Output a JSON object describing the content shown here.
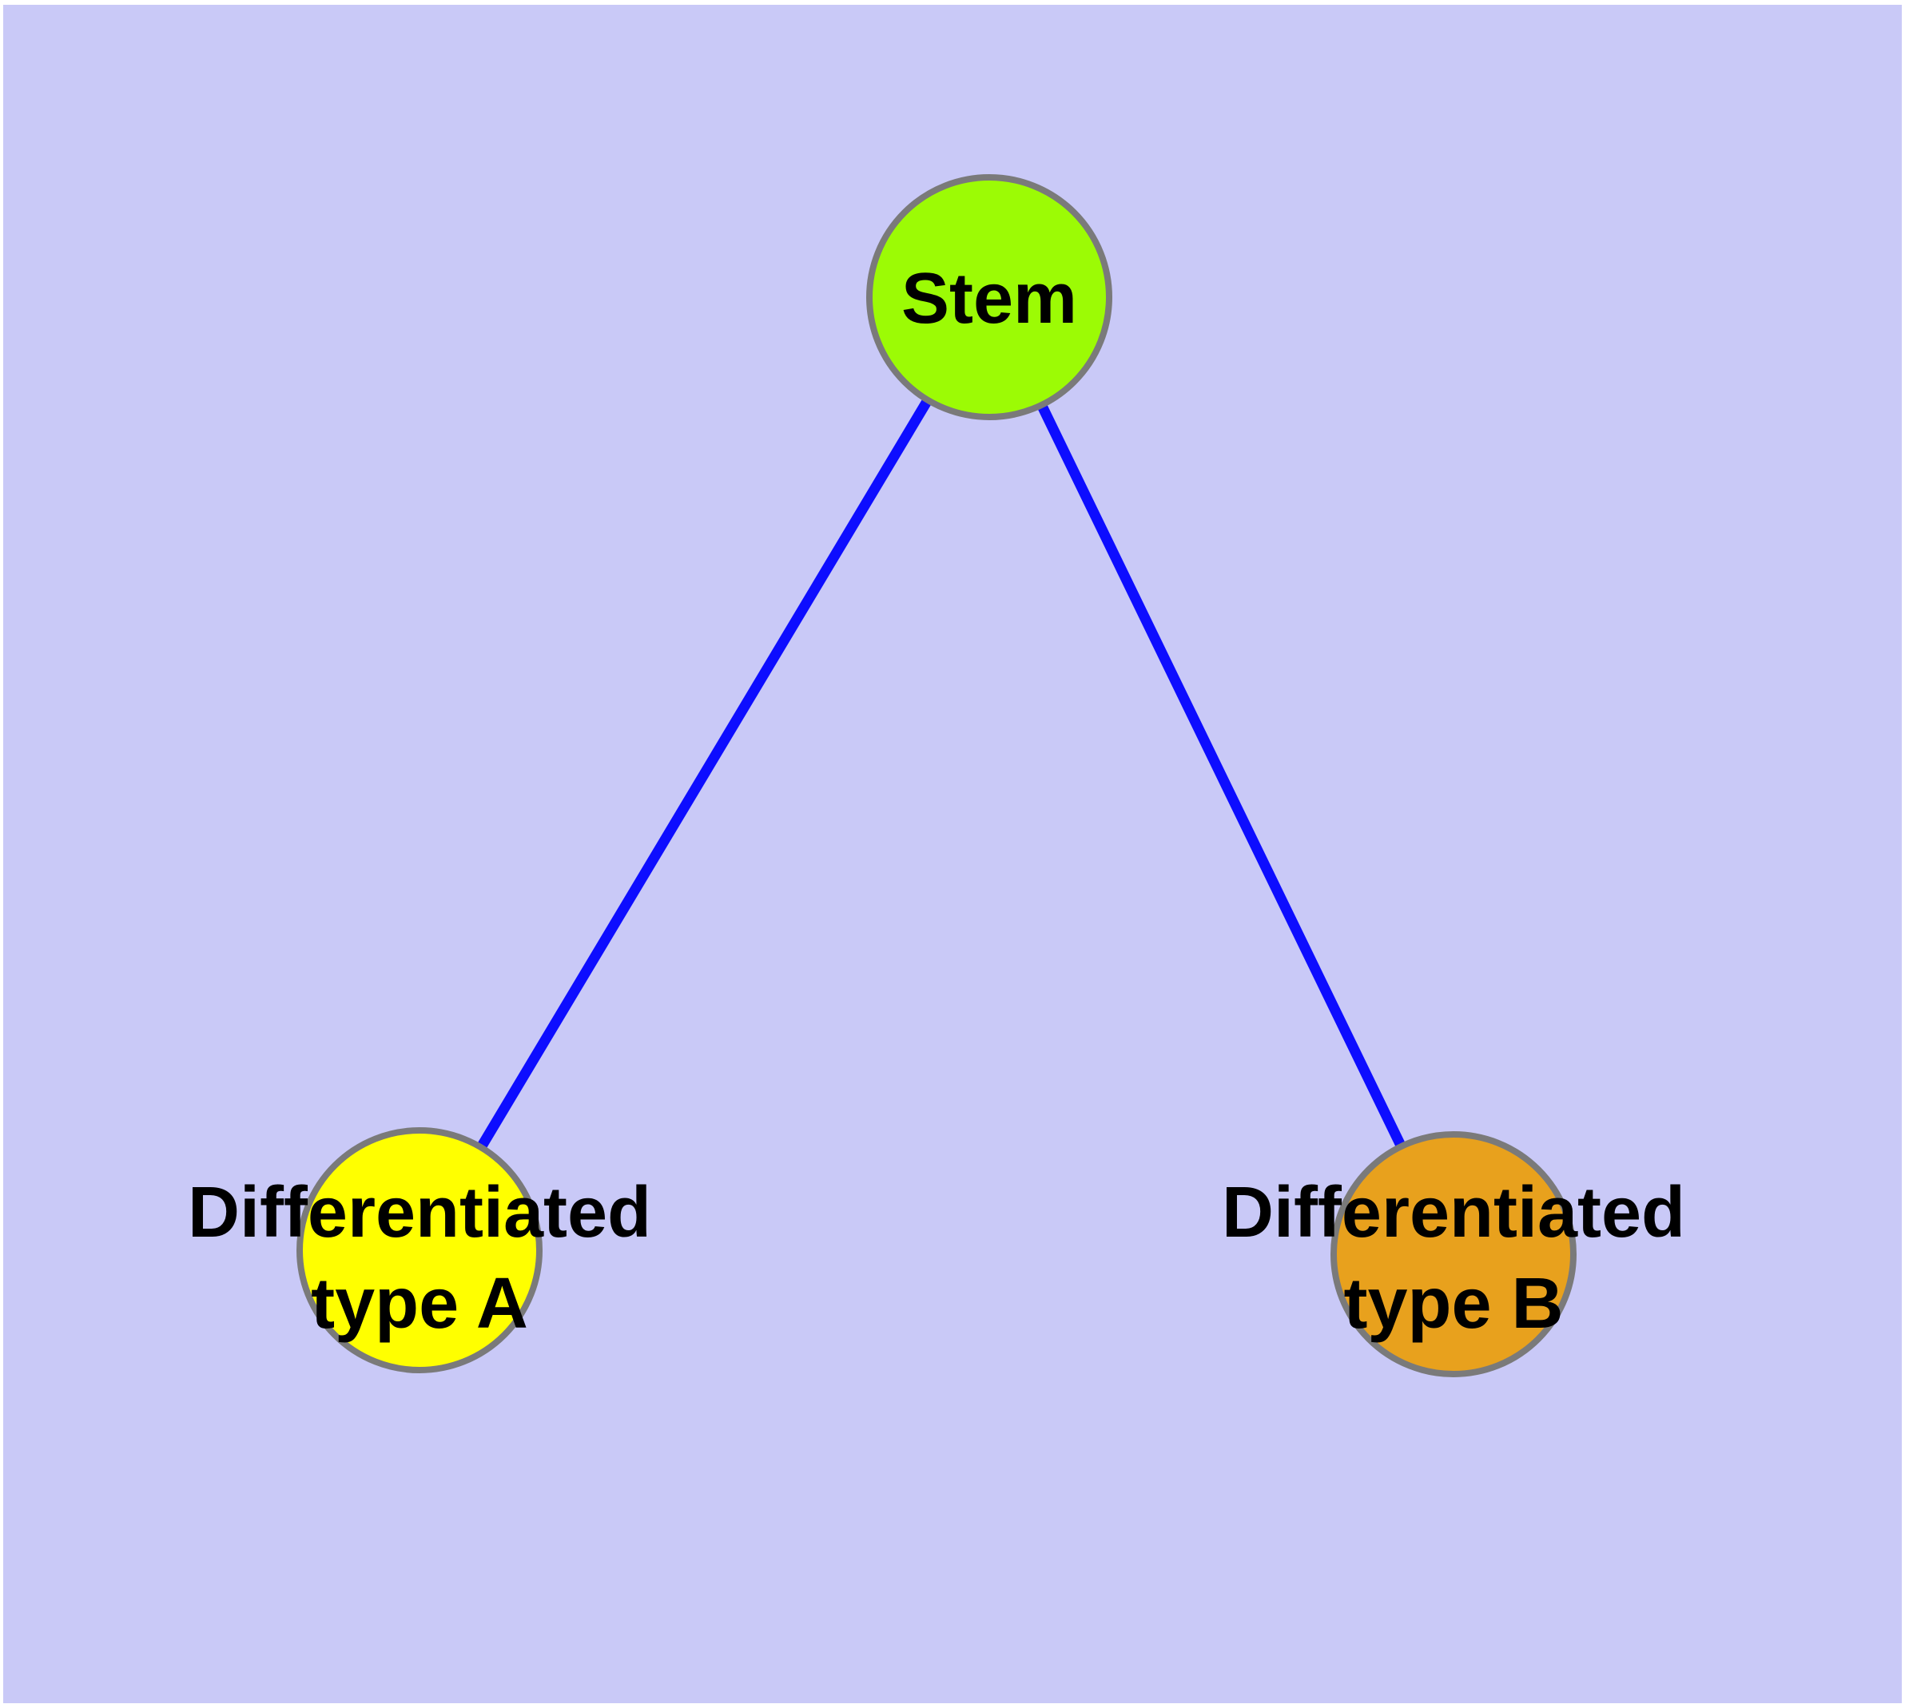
{
  "colors": {
    "page_margin": "#ffffff",
    "background": "#c9c9f7",
    "edge": "#0d0dff",
    "node_border": "#7a7a7a",
    "label_text": "#000000"
  },
  "graph": {
    "type": "tree",
    "nodes": [
      {
        "id": "stem",
        "label": "Stem",
        "fill": "#9cfb05"
      },
      {
        "id": "type_a",
        "label": "Differentiated type A",
        "label_lines": [
          "Differentiated",
          "type A"
        ],
        "fill": "#ffff00"
      },
      {
        "id": "type_b",
        "label": "Differentiated type B",
        "label_lines": [
          "Differentiated",
          "type B"
        ],
        "fill": "#e8a11d"
      }
    ],
    "edges": [
      {
        "from": "stem",
        "to": "type_a"
      },
      {
        "from": "stem",
        "to": "type_b"
      }
    ]
  }
}
